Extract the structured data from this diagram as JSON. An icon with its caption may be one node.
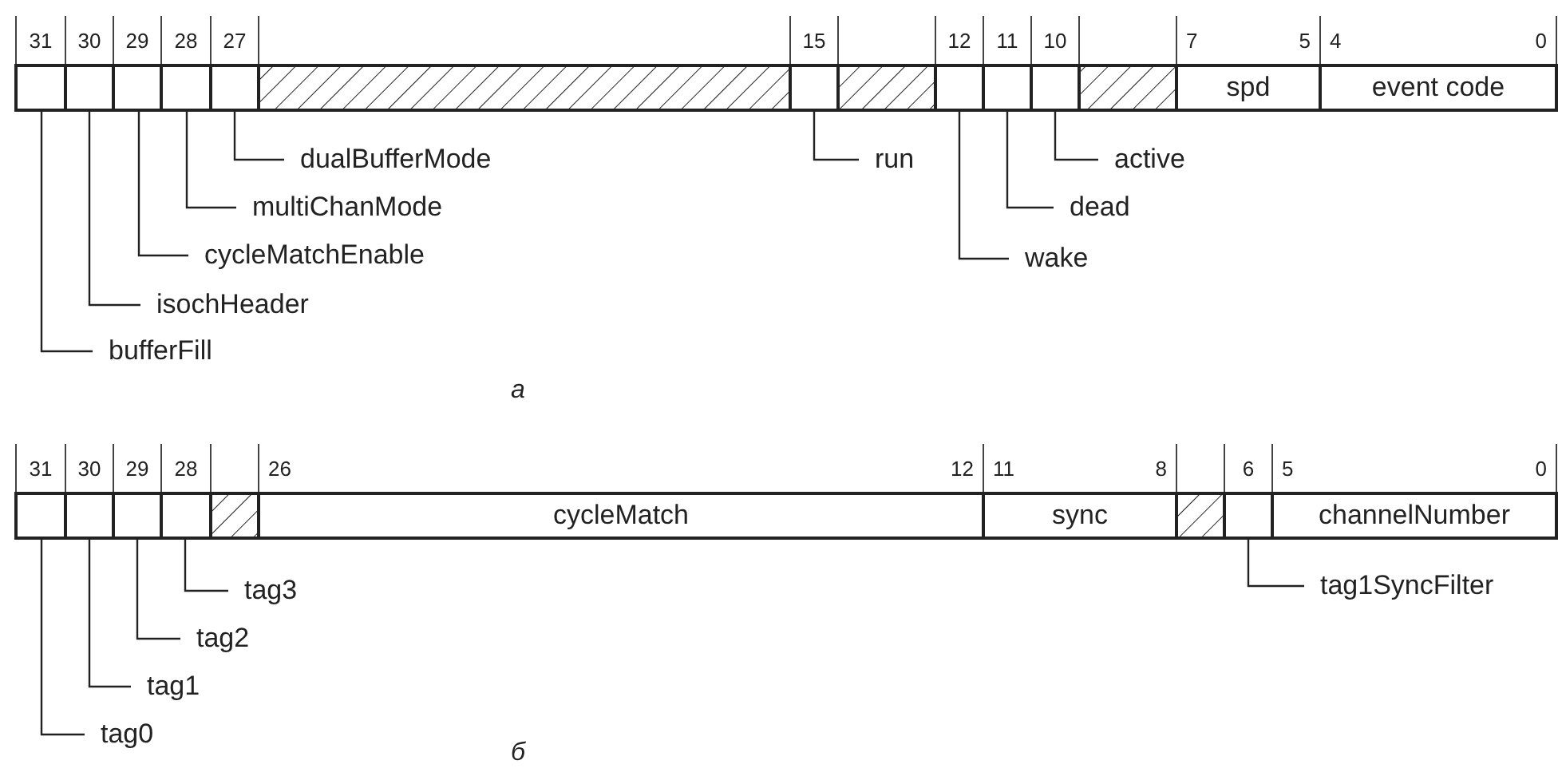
{
  "diagram": {
    "nodes": [
      {
        "text": [],
        "shape": "box",
        "beside": [
          "31"
        ]
      },
      {
        "text": [],
        "shape": "box",
        "beside": [
          "30"
        ]
      },
      {
        "text": [],
        "shape": "box",
        "beside": [
          "29"
        ]
      },
      {
        "text": [],
        "shape": "box",
        "beside": [
          "28"
        ]
      },
      {
        "text": [],
        "shape": "box",
        "beside": [
          "27"
        ]
      },
      {
        "text": [],
        "shape": "box",
        "beside": [
          "15"
        ]
      },
      {
        "text": [],
        "shape": "box",
        "beside": [
          "12"
        ]
      },
      {
        "text": [],
        "shape": "box",
        "beside": [
          "11"
        ]
      },
      {
        "text": [],
        "shape": "box",
        "beside": [
          "10"
        ]
      },
      {
        "text": [
          "spd"
        ],
        "beside": [
          "7",
          "5"
        ]
      },
      {
        "text": [
          "event code"
        ],
        "beside": [
          "4",
          "0"
        ]
      },
      {
        "text": [
          "dualBufferMode"
        ]
      },
      {
        "text": [
          "run"
        ]
      },
      {
        "text": [
          "active"
        ]
      },
      {
        "text": [
          "multiChanMode"
        ]
      },
      {
        "text": [
          "dead"
        ]
      },
      {
        "text": [
          "cycleMatchEnable"
        ]
      },
      {
        "text": [
          "wake"
        ]
      },
      {
        "text": [
          "isochHeader"
        ]
      },
      {
        "text": [
          "bufferFill"
        ]
      },
      {
        "text": [],
        "shape": "box",
        "beside": [
          "31"
        ]
      },
      {
        "text": [],
        "shape": "box",
        "beside": [
          "30"
        ]
      },
      {
        "text": [],
        "shape": "box",
        "beside": [
          "29"
        ]
      },
      {
        "text": [],
        "shape": "box",
        "beside": [
          "28"
        ]
      },
      {
        "text": [
          "cycleMatch"
        ],
        "beside": [
          "26",
          "12"
        ]
      },
      {
        "text": [
          "sync"
        ],
        "beside": [
          "11",
          "8"
        ]
      },
      {
        "text": [],
        "shape": "box",
        "beside": [
          "6"
        ]
      },
      {
        "text": [
          "channelNumber"
        ],
        "beside": [
          "5",
          "0"
        ]
      },
      {
        "text": [
          "tag3"
        ]
      },
      {
        "text": [
          "tag1SyncFilter"
        ]
      },
      {
        "text": [
          "tag2"
        ]
      },
      {
        "text": [
          "tag1"
        ]
      },
      {
        "text": [
          "tag0"
        ]
      }
    ],
    "edges": [
      {
        "from": 11,
        "to": 4,
        "arrow": "none"
      },
      {
        "from": 12,
        "to": 5,
        "arrow": "none"
      },
      {
        "from": 13,
        "to": 8,
        "arrow": "none"
      },
      {
        "from": 14,
        "to": 3,
        "arrow": "none"
      },
      {
        "from": 15,
        "to": 7,
        "arrow": "none"
      },
      {
        "from": 16,
        "to": 2,
        "arrow": "none"
      },
      {
        "from": 17,
        "to": 6,
        "arrow": "none"
      },
      {
        "from": 18,
        "to": 1,
        "arrow": "none"
      },
      {
        "from": 19,
        "to": 0,
        "arrow": "none"
      },
      {
        "from": 28,
        "to": 23,
        "arrow": "none"
      },
      {
        "from": 29,
        "to": 26,
        "arrow": "none"
      },
      {
        "from": 30,
        "to": 22,
        "arrow": "none"
      },
      {
        "from": 31,
        "to": 21,
        "arrow": "none"
      },
      {
        "from": 32,
        "to": 20,
        "arrow": "none"
      }
    ],
    "labels": [
      "а",
      "б"
    ]
  }
}
